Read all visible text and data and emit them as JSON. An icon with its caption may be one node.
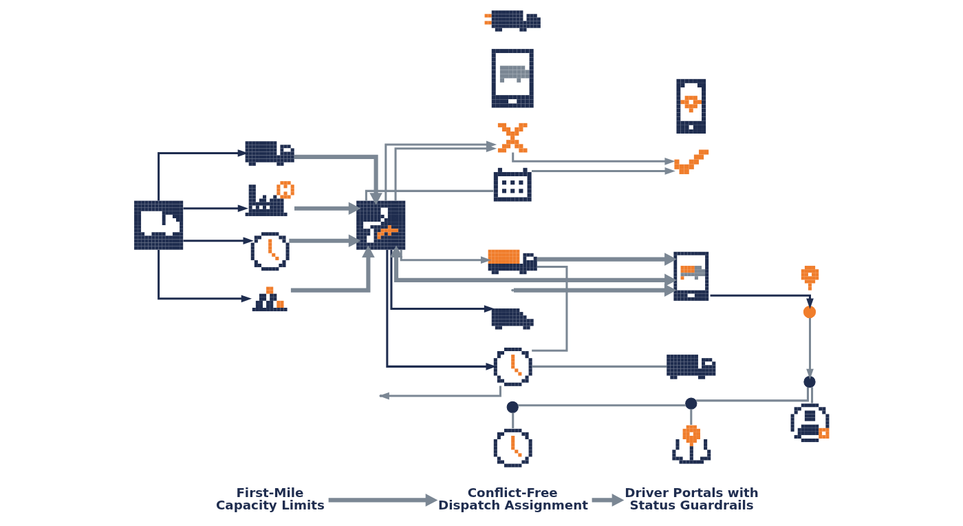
{
  "diagram": {
    "nodes": [
      {
        "text": [],
        "shape": "picture"
      },
      {
        "text": [],
        "shape": "picture"
      },
      {
        "text": [],
        "shape": "picture"
      },
      {
        "text": [],
        "shape": "picture"
      },
      {
        "text": [],
        "shape": "picture"
      },
      {
        "text": [],
        "shape": "picture"
      },
      {
        "text": [],
        "shape": "picture"
      },
      {
        "text": [],
        "shape": "picture"
      },
      {
        "text": [],
        "shape": "picture"
      },
      {
        "text": [],
        "shape": "picture"
      },
      {
        "text": [],
        "shape": "picture"
      },
      {
        "text": [],
        "shape": "picture"
      },
      {
        "text": [],
        "shape": "picture"
      },
      {
        "text": [],
        "shape": "picture"
      },
      {
        "text": [],
        "shape": "picture"
      },
      {
        "text": [],
        "shape": "picture"
      },
      {
        "text": [],
        "shape": "picture"
      },
      {
        "text": [],
        "shape": "picture"
      },
      {
        "text": [],
        "shape": "circle"
      },
      {
        "text": [],
        "shape": "circle"
      },
      {
        "text": [],
        "shape": "circle"
      },
      {
        "text": [],
        "shape": "circle"
      },
      {
        "text": [],
        "shape": "picture"
      },
      {
        "text": [],
        "shape": "picture"
      },
      {
        "text": [],
        "shape": "picture"
      },
      {
        "text": [
          "First-Mile Capacity Limits"
        ]
      },
      {
        "text": [
          "Conflict-Free Dispatch Assignment"
        ]
      },
      {
        "text": [
          "Driver Portals with Status Guardrails"
        ]
      }
    ],
    "edges": [
      {
        "from": 0,
        "to": 1,
        "arrow": "to",
        "color": "#1f2d4f"
      },
      {
        "from": 0,
        "to": 2,
        "arrow": "to",
        "color": "#1f2d4f"
      },
      {
        "from": 0,
        "to": 3,
        "arrow": "to",
        "color": "#1f2d4f"
      },
      {
        "from": 0,
        "to": 4,
        "arrow": "to",
        "color": "#1f2d4f"
      },
      {
        "from": 1,
        "to": 5,
        "arrow": "to",
        "style": "thick"
      },
      {
        "from": 2,
        "to": 5,
        "arrow": "to",
        "style": "thick"
      },
      {
        "from": 3,
        "to": 5,
        "arrow": "to",
        "style": "thick"
      },
      {
        "from": 4,
        "to": 5,
        "arrow": "to",
        "style": "thick"
      },
      {
        "from": 5,
        "to": 6,
        "arrow": "to"
      },
      {
        "from": 6,
        "to": 7,
        "arrow": "none"
      },
      {
        "from": 7,
        "to": 8,
        "arrow": "none"
      },
      {
        "from": 5,
        "to": 7,
        "arrow": "to",
        "color": "#1f2d4f"
      },
      {
        "from": 7,
        "to": null,
        "arrow": "to"
      },
      {
        "from": 5,
        "to": 9,
        "arrow": "to",
        "color": "#1f2d4f"
      },
      {
        "from": 5,
        "to": 10,
        "arrow": "none"
      },
      {
        "from": 5,
        "to": 11,
        "arrow": "to"
      },
      {
        "from": 5,
        "to": 11,
        "arrow": "to"
      },
      {
        "from": 11,
        "to": 12,
        "arrow": "to"
      },
      {
        "from": 10,
        "to": 12,
        "arrow": "to"
      },
      {
        "from": 6,
        "to": 13,
        "arrow": "to",
        "style": "thick"
      },
      {
        "from": null,
        "to": 13,
        "arrow": "to",
        "style": "thick"
      },
      {
        "from": 5,
        "to": 13,
        "arrow": "both",
        "style": "thick"
      },
      {
        "from": 13,
        "to": 18,
        "arrow": "to",
        "color": "#1f2d4f"
      },
      {
        "from": 18,
        "to": 21,
        "arrow": "to"
      },
      {
        "from": 19,
        "to": 20,
        "arrow": "none"
      },
      {
        "from": 20,
        "to": 21,
        "arrow": "none"
      },
      {
        "from": 19,
        "to": 22,
        "arrow": "none"
      },
      {
        "from": 20,
        "to": 23,
        "arrow": "none"
      },
      {
        "from": 21,
        "to": 24,
        "arrow": "none"
      },
      {
        "from": 25,
        "to": 26,
        "arrow": "to",
        "style": "thick"
      },
      {
        "from": 26,
        "to": 27,
        "arrow": "to",
        "style": "thick"
      }
    ]
  }
}
